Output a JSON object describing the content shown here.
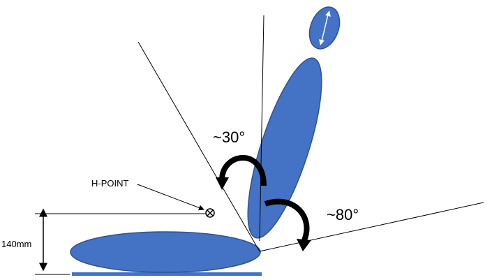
{
  "labels": {
    "angle_30": "~30°",
    "angle_80": "~80°",
    "h_point": "H-POINT",
    "height": "140mm"
  },
  "colors": {
    "shape_fill": "#4472C4",
    "shape_stroke": "#2F528F",
    "line": "#000000",
    "background": "#ffffff"
  },
  "icons": [
    "double-headed-arrow-icon",
    "curved-arrow-icon",
    "crossed-circle-icon"
  ]
}
